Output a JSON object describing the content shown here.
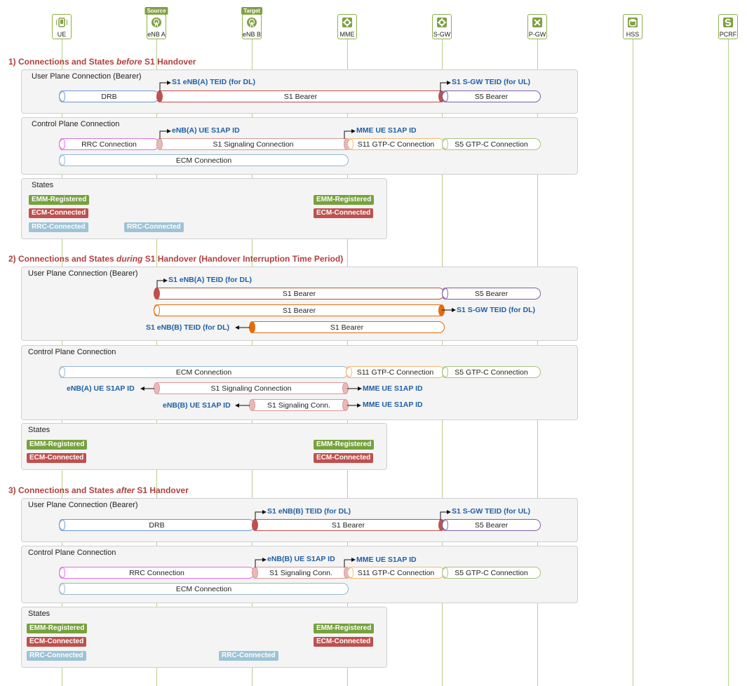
{
  "nodes": [
    {
      "label": "UE",
      "icon": "phone-icon"
    },
    {
      "label": "eNB A",
      "icon": "antenna-icon",
      "tag": "Source"
    },
    {
      "label": "eNB B",
      "icon": "antenna-icon",
      "tag": "Target"
    },
    {
      "label": "MME",
      "icon": "gear-icon"
    },
    {
      "label": "S-GW",
      "icon": "gear-icon"
    },
    {
      "label": "P-GW",
      "icon": "router-icon"
    },
    {
      "label": "HSS",
      "icon": "database-icon"
    },
    {
      "label": "PCRF",
      "icon": "policy-icon"
    }
  ],
  "colors": {
    "drb": "#6f97d0",
    "s1_bearer": "#c0504d",
    "s5_bearer": "#7b60a8",
    "s1_bearer_orange": "#e36c09",
    "rrc": "#e36ce8",
    "s1_signaling": "#d99694",
    "gtpc_s11": "#f4b870",
    "gtpc_s5": "#a9c47f",
    "ecm": "#93b9d1",
    "emm_registered": "#77a13e",
    "ecm_connected": "#c0504d",
    "rrc_connected": "#9dc3d6",
    "section_title": "#b0413e",
    "id_label": "#1f5fa6"
  },
  "section1": {
    "num": "1) Connections and States ",
    "em": "before",
    "rest": " S1 Handover",
    "user_plane_title": "User Plane Connection (Bearer)",
    "control_plane_title": "Control Plane Connection",
    "states_title": "States",
    "drb": "DRB",
    "s1_bearer": "S1 Bearer",
    "s5_bearer": "S5 Bearer",
    "enb_teid": "S1 eNB(A) TEID (for DL)",
    "sgw_teid": "S1 S-GW TEID (for UL)",
    "rrc": "RRC  Connection",
    "s1_signaling": "S1 Signaling Connection",
    "s11": "S11 GTP-C Connection",
    "s5_gtpc": "S5 GTP-C Connection",
    "ecm": "ECM Connection",
    "enb_s1ap": "eNB(A) UE S1AP ID",
    "mme_s1ap": "MME UE S1AP ID",
    "emm_ue": "EMM-Registered",
    "ecm_ue": "ECM-Connected",
    "rrc_ue": "RRC-Connected",
    "rrc_enb": "RRC-Connected",
    "emm_mme": "EMM-Registered",
    "ecm_mme": "ECM-Connected"
  },
  "section2": {
    "num": "2) Connections and States ",
    "em": "during",
    "rest": " S1 Handover (Handover Interruption Time Period)",
    "user_plane_title": "User Plane Connection (Bearer)",
    "control_plane_title": "Control Plane Connection",
    "states_title": "States",
    "s1_bearer_a": "S1 Bearer",
    "s5_bearer": "S5 Bearer",
    "s1_bearer_fwd": "S1 Bearer",
    "s1_bearer_b": "S1 Bearer",
    "enb_a_teid": "S1 eNB(A) TEID (for DL)",
    "sgw_teid_dl": "S1 S-GW TEID (for DL)",
    "enb_b_teid": "S1 eNB(B) TEID (for DL)",
    "ecm": "ECM Connection",
    "s11": "S11 GTP-C Connection",
    "s5_gtpc": "S5 GTP-C Connection",
    "s1_signaling_a": "S1 Signaling Connection",
    "s1_signaling_b": "S1 Signaling Conn.",
    "enb_a_s1ap": "eNB(A) UE S1AP ID",
    "enb_b_s1ap": "eNB(B) UE S1AP ID",
    "mme_s1ap_a": "MME UE S1AP ID",
    "mme_s1ap_b": "MME UE S1AP ID",
    "emm_ue": "EMM-Registered",
    "ecm_ue": "ECM-Connected",
    "emm_mme": "EMM-Registered",
    "ecm_mme": "ECM-Connected"
  },
  "section3": {
    "num": "3) Connections and States ",
    "em": "after",
    "rest": " S1 Handover",
    "user_plane_title": "User Plane Connection (Bearer)",
    "control_plane_title": "Control Plane Connection",
    "states_title": "States",
    "drb": "DRB",
    "s1_bearer": "S1 Bearer",
    "s5_bearer": "S5 Bearer",
    "enb_teid": "S1 eNB(B) TEID (for DL)",
    "sgw_teid": "S1 S-GW TEID (for UL)",
    "rrc": "RRC Connection",
    "s1_signaling": "S1 Signaling Conn.",
    "s11": "S11 GTP-C Connection",
    "s5_gtpc": "S5 GTP-C Connection",
    "ecm": "ECM Connection",
    "enb_s1ap": "eNB(B) UE S1AP ID",
    "mme_s1ap": "MME UE S1AP ID",
    "emm_ue": "EMM-Registered",
    "ecm_ue": "ECM-Connected",
    "rrc_ue": "RRC-Connected",
    "rrc_enb": "RRC-Connected",
    "emm_mme": "EMM-Registered",
    "ecm_mme": "ECM-Connected"
  }
}
